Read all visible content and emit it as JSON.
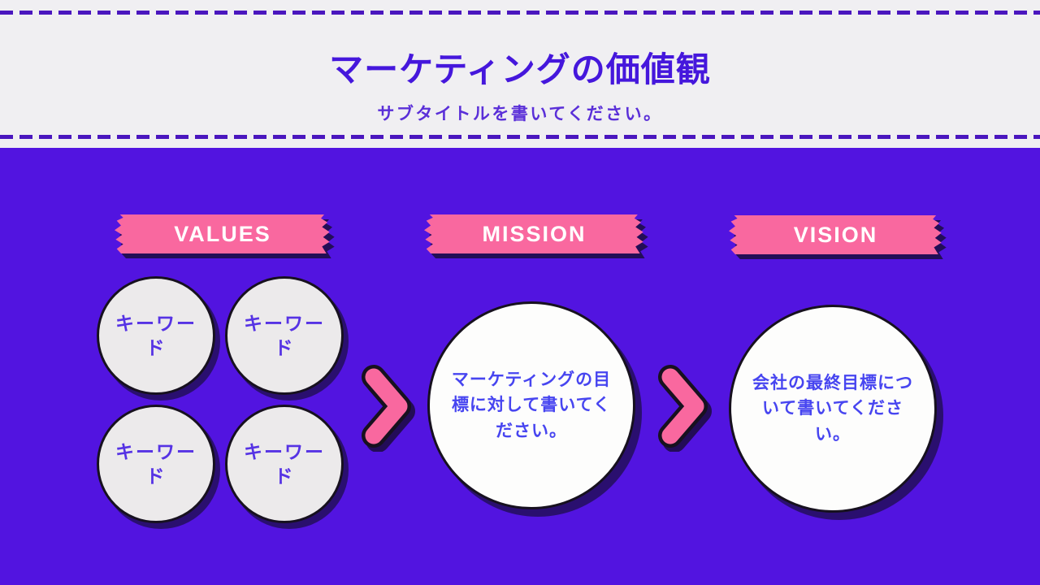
{
  "slide": {
    "header": {
      "title": "マーケティングの価値観",
      "subtitle": "サブタイトルを書いてください。"
    },
    "flow": {
      "values": {
        "label": "VALUES",
        "keyword_circles": [
          {
            "lines": [
              "キーワー",
              "ド"
            ]
          },
          {
            "lines": [
              "キーワー",
              "ド"
            ]
          },
          {
            "lines": [
              "キーワー",
              "ド"
            ]
          },
          {
            "lines": [
              "キーワー",
              "ド"
            ]
          }
        ]
      },
      "mission": {
        "label": "MISSION",
        "circle_text_lines": [
          "マーケティングの目",
          "標に対して書いてく",
          "ださい。"
        ]
      },
      "vision": {
        "label": "VISION",
        "circle_text_lines": [
          "会社の最終目標につ",
          "いて書いてくださ",
          "い。"
        ]
      }
    },
    "colors": {
      "background_purple": "#5214E0",
      "header_background": "#F0EFF2",
      "dashed_line_purple": "#4A16BE",
      "ribbon_pink": "#F9689F",
      "arrow_pink": "#F9689F",
      "outline_dark": "#17111F",
      "title_text": "#4517DC",
      "subtitle_text": "#5A2FD8",
      "keyword_text": "#5633E4",
      "circle_body_text": "#4745F0",
      "small_circle_fill": "#ECEAEB",
      "large_circle_fill": "#FDFDFC"
    }
  }
}
